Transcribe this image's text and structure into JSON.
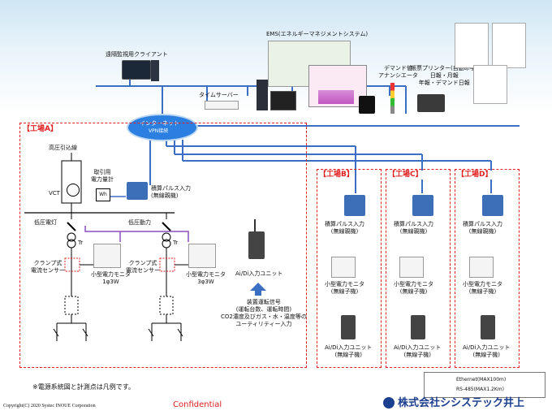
{
  "labels": {
    "remote_client": "遠隔監視用クライアント",
    "ems": "EMS(エネルギーマネジメントシステム)",
    "time_server": "タイムサーバー",
    "demand_annunciator": "デマンド値\nアナンシエータ",
    "report_printer": "帳票プリンター(自動印字)\n日報・月報\n年報・デマンド日報",
    "internet": "インターネット",
    "vpn": "VPN接続",
    "hv_line": "高圧引込線",
    "vct": "VCT",
    "meter": "取引用\n電力量計",
    "wh": "Wh",
    "pulse_master_a": "積算パルス入力\n(無線親機)",
    "lv_light": "低圧電灯",
    "lv_power": "低圧動力",
    "tr1": "Tr",
    "tr2": "Tr",
    "ct1": "クランプ式\n電流センサー",
    "ct2": "クランプ式\n電流センサー",
    "mon1": "小型電力モニタ\n1φ3W",
    "mon2": "小型電力モニタ\n3φ3W",
    "aid_a": "Ai/Di入力ユニット",
    "signals": "装置運転信号\n(運転台数、運転時間)\nCO2濃度及びガス・水・温度等の\nユーティリティー入力",
    "note": "※電源系統図と計測点は凡例です。",
    "copyright": "Copyright(C) 2020 Systec INOUE Corporation",
    "confidential": "Confidential",
    "company": "株式会社シシステック井上"
  },
  "factories": [
    {
      "tag": "【工場A】"
    },
    {
      "tag": "【工場B】",
      "pulse": "積算パルス入力\n(無線親機)",
      "monitor": "小型電力モニタ\n(無線子機)",
      "aid": "Ai/Di入力ユニット\n(無線子機)"
    },
    {
      "tag": "【工場C】",
      "pulse": "積算パルス入力\n(無線親機)",
      "monitor": "小型電力モニタ\n(無線子機)",
      "aid": "Ai/Di入力ユニット\n(無線子機)"
    },
    {
      "tag": "【工場D】",
      "pulse": "積算パルス入力\n(無線親機)",
      "monitor": "小型電力モニタ\n(無線子機)",
      "aid": "Ai/Di入力ユニット\n(無線子機)"
    }
  ],
  "legend": [
    {
      "label": "Ethernet(MAX100m)",
      "color": "#3a6fc4"
    },
    {
      "label": "RS-485(MAX1.2Km)",
      "color": "#8a4fc0"
    }
  ],
  "colors": {
    "ethernet": "#3a6fc4",
    "rs485": "#8a4fc0",
    "factory_border": "#e02020",
    "cloud": "#2a7fe0"
  }
}
